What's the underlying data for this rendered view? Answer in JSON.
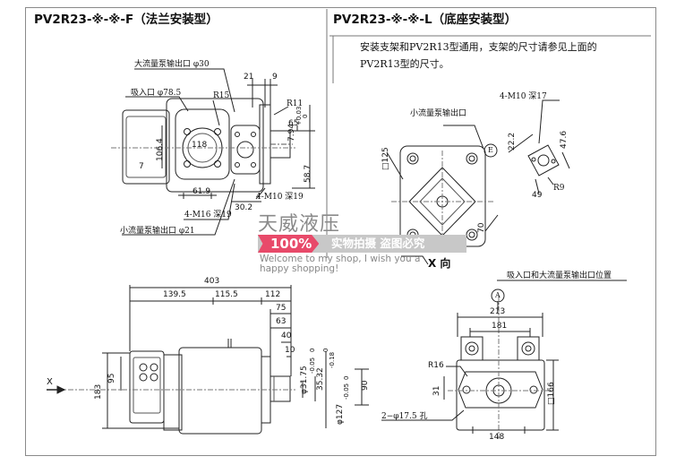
{
  "titles": {
    "left": "PV2R23-※-※-F（法兰安装型）",
    "right": "PV2R23-※-※-L（底座安装型）"
  },
  "note": {
    "line1": "安装支架和PV2R13型通用，支架的尺寸请参见上面的",
    "line2": "PV2R13型的尺寸。"
  },
  "flange_view": {
    "labels": {
      "large_outlet": "大流量泵输出口 φ30",
      "suction": "吸入口 φ78.5",
      "r15": "R15",
      "r11": "R11",
      "m16": "4-M16 深19",
      "m10": "4-M10 深19",
      "small_outlet": "小流量泵输出口 φ21"
    },
    "dims": {
      "d21": "21",
      "d9": "9",
      "d65": "65",
      "d794": "7.94",
      "d794_tol_up": "+0.03",
      "d794_tol_dn": "0",
      "d118": "118",
      "d1064": "106.4",
      "d619": "61.9",
      "d302": "30.2",
      "d587": "58.7",
      "d7": "7"
    }
  },
  "base_view": {
    "labels": {
      "small_outlet": "小流量泵输出口",
      "m10": "4-M10 深17",
      "e_mark": "E",
      "r9": "R9",
      "x_view": "X 向"
    },
    "dims": {
      "d125": "□125",
      "d222": "22.2",
      "d476": "47.6",
      "d49": "49",
      "d70": "70"
    }
  },
  "side_view": {
    "arrow_label": "X",
    "dims": {
      "d403": "403",
      "d1395": "139.5",
      "d1155": "115.5",
      "d112": "112",
      "d75": "75",
      "d63": "63",
      "d40": "40",
      "d10": "10",
      "d95": "95",
      "d183": "183",
      "d90": "90",
      "d3175": "φ31.75",
      "d3175_tol_up": "0",
      "d3175_tol_dn": "-0.05",
      "d3532": "35.32",
      "d3532_tol_up": "0",
      "d3532_tol_dn": "-0.18",
      "d127": "φ127",
      "d127_tol_up": "0",
      "d127_tol_dn": "-0.05"
    }
  },
  "end_view": {
    "labels": {
      "suction_pos": "吸入口和大流量泵输出口位置",
      "a_mark": "A",
      "holes": "2−φ17.5 孔"
    },
    "dims": {
      "d213": "213",
      "d181": "181",
      "r16": "R16",
      "d31": "31",
      "d166": "□166",
      "d148": "148"
    }
  },
  "watermark": {
    "brand": "天威液压",
    "percent": "100%",
    "slogan": "实物拍摄  盗图必究",
    "english": "Welcome to my shop, I wish you a happy shopping!"
  },
  "colors": {
    "badge": "#e84a6a",
    "band": "#c8c8c8",
    "line": "#222222",
    "frame": "#8a8a8a"
  }
}
